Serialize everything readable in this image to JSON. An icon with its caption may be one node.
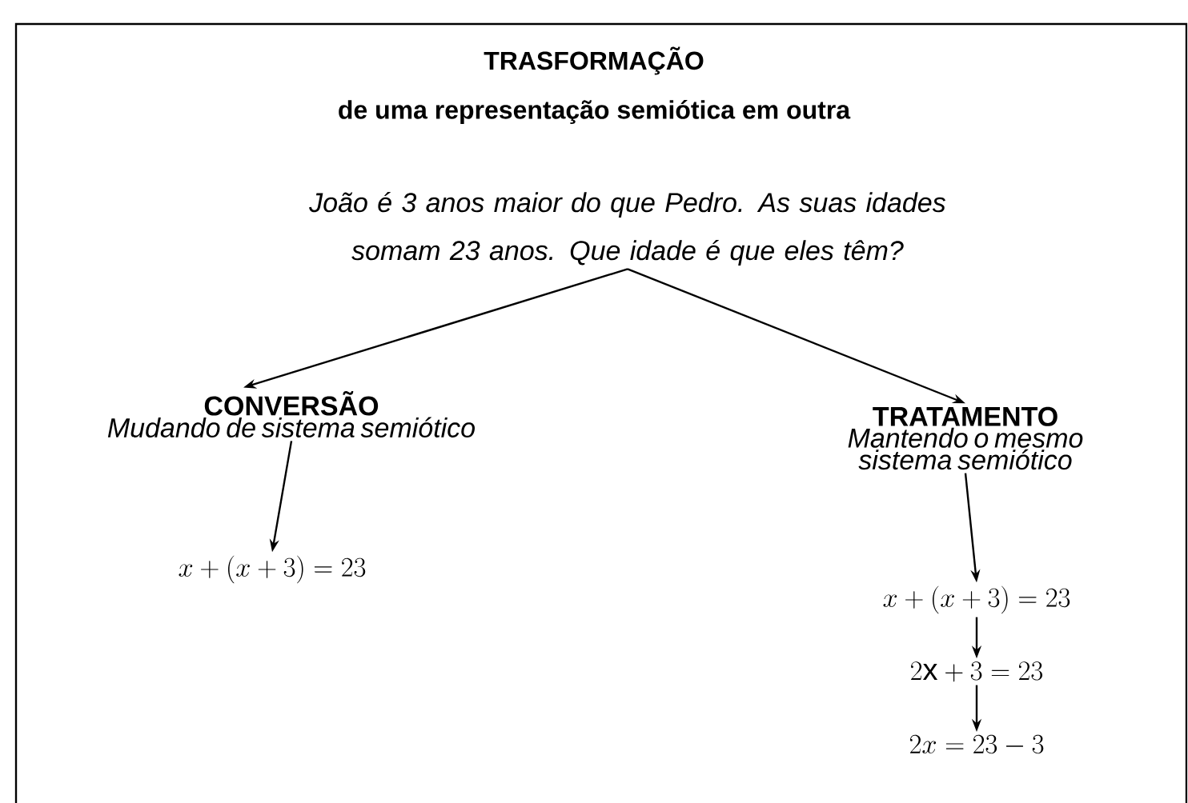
{
  "diagram": {
    "title": "TRASFORMAÇÃO",
    "nodes": [
      {
        "text": [
          "João é 3 anos maior do que Pedro. As suas idades somam 23 anos. Que idade é que eles têm?"
        ]
      },
      {
        "text": [
          "CONVERSÃO",
          "Mudando de sistema semiótico"
        ]
      },
      {
        "text": [
          "TRATAMENTO",
          "Mantendo o mesmo sistema semiótico"
        ]
      },
      {
        "text": [
          "x+(x+3)=23"
        ]
      },
      {
        "text": [
          "x+(x+3)=23"
        ]
      },
      {
        "text": [
          "2\\mathrm{x}+3=23"
        ]
      },
      {
        "text": [
          "2x=23-3"
        ]
      }
    ],
    "edges": [
      {
        "from": 0,
        "to": 1,
        "arrow": "to"
      },
      {
        "from": 0,
        "to": 2,
        "arrow": "to"
      },
      {
        "from": 1,
        "to": 3,
        "arrow": "to"
      },
      {
        "from": 2,
        "to": 4,
        "arrow": "to"
      },
      {
        "from": 4,
        "to": 5,
        "arrow": "to"
      },
      {
        "from": 5,
        "to": 6,
        "arrow": "to"
      }
    ],
    "labels": [
      "de uma representação semiótica em outra"
    ]
  }
}
